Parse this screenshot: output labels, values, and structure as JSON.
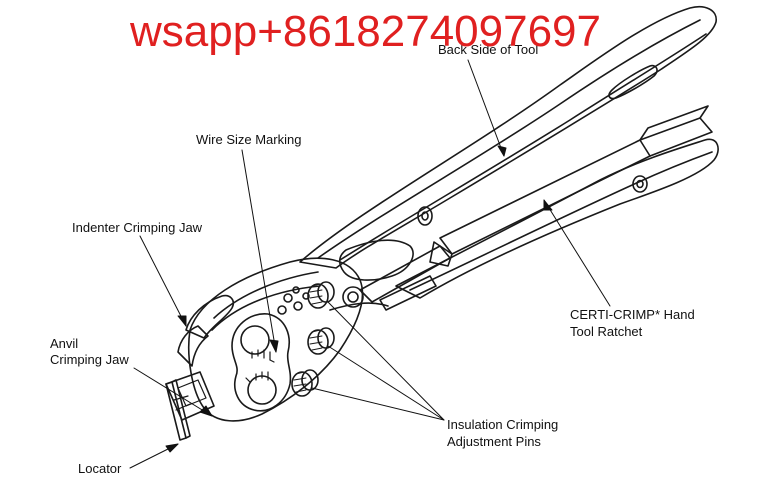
{
  "watermark": {
    "text": "wsapp+8618274097697",
    "color": "#e02020"
  },
  "labels": {
    "back_side": "Back Side of Tool",
    "wire_size": "Wire Size Marking",
    "indenter": "Indenter Crimping Jaw",
    "anvil_line1": "Anvil",
    "anvil_line2": "Crimping Jaw",
    "ratchet_line1": "CERTI-CRIMP* Hand",
    "ratchet_line2": "Tool Ratchet",
    "insulation_line1": "Insulation Crimping",
    "insulation_line2": "Adjustment Pins",
    "locator": "Locator"
  }
}
